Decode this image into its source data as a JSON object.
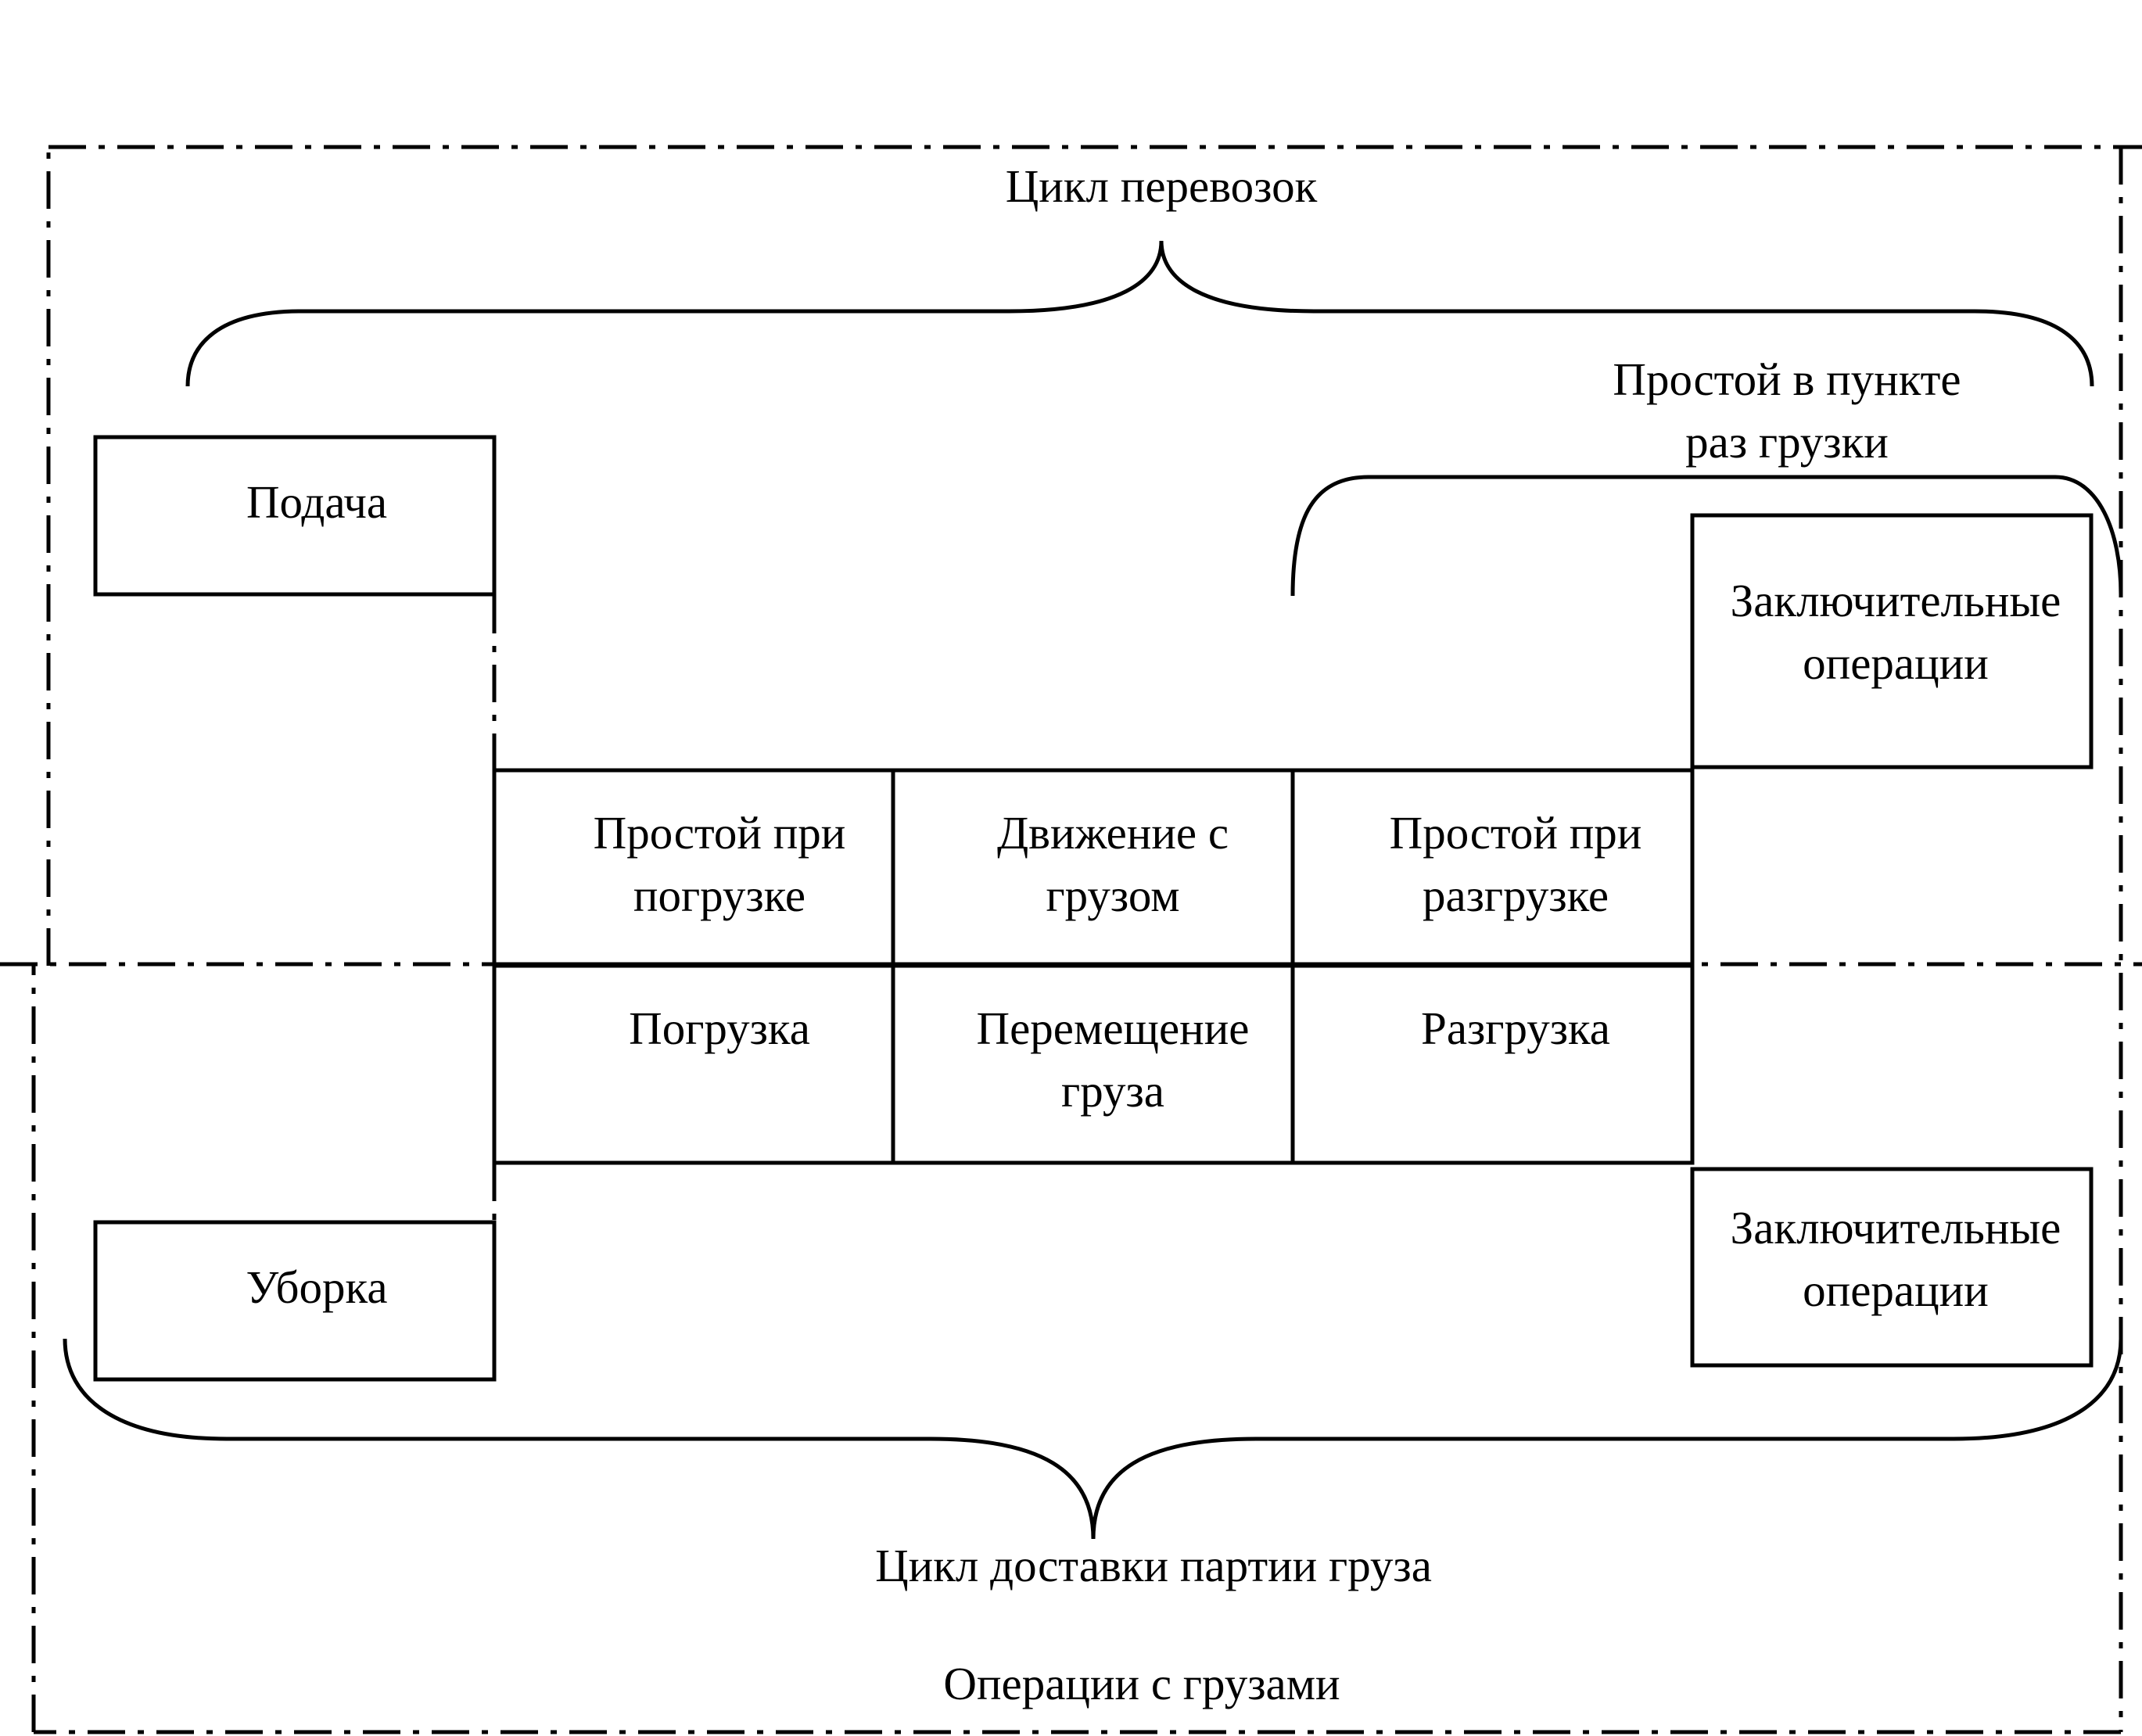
{
  "diagram": {
    "title_top": "Цикл перевозок",
    "unloading_idle_brace": [
      "Простой в пункте",
      "раз грузки"
    ],
    "feed": "Подача",
    "final_ops_top": [
      "Заключительные",
      "операции"
    ],
    "idle_loading": [
      "Простой при",
      "погрузке"
    ],
    "movement_with_cargo": [
      "Движение с",
      "грузом"
    ],
    "idle_unloading": [
      "Простой при",
      "разгрузке"
    ],
    "loading": "Погрузка",
    "cargo_moving": [
      "Перемещение",
      "груза"
    ],
    "unloading": "Разгрузка",
    "cleanup": "Уборка",
    "final_ops_bottom": [
      "Заключительные",
      "операции"
    ],
    "title_bottom": "Цикл доставки партии груза",
    "outer_frame_label": "Операции с грузами"
  }
}
